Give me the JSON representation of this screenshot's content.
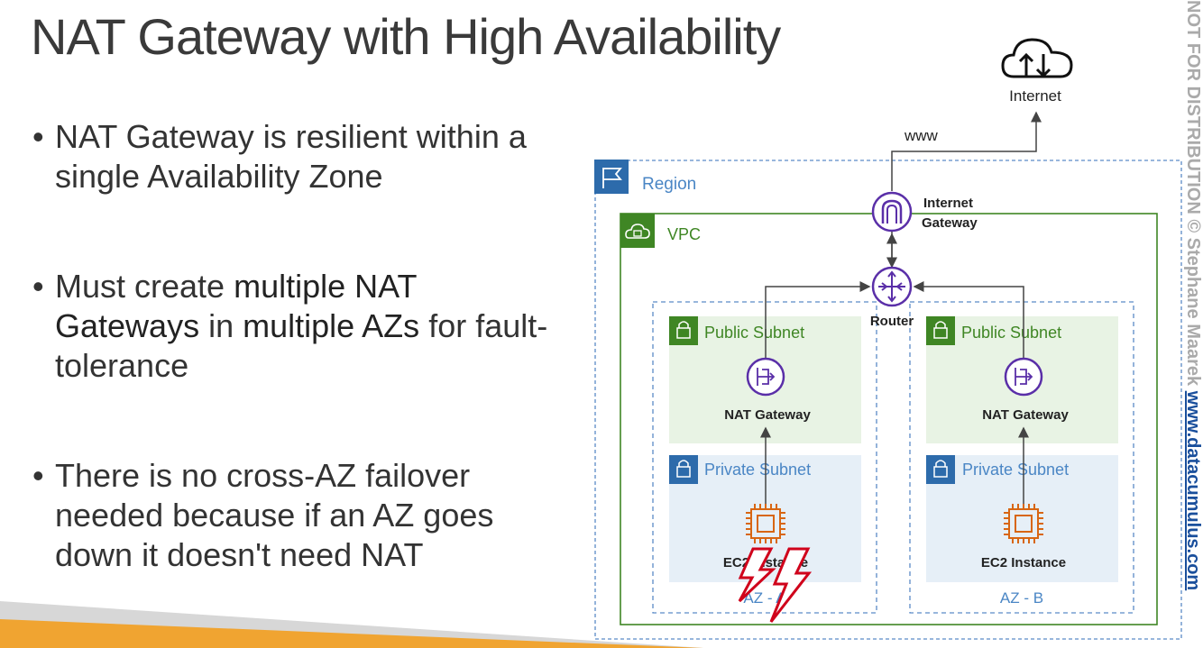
{
  "slide": {
    "title": "NAT Gateway with High Availability",
    "bullets": [
      {
        "parts": [
          "NAT Gateway is resilient within a single Availability Zone"
        ]
      },
      {
        "parts": [
          "Must create ",
          "multiple NAT Gateways",
          " in ",
          "multiple AZs",
          " for fault-tolerance"
        ]
      },
      {
        "parts": [
          "There is no cross-AZ failover needed because if an AZ goes down it doesn't need NAT"
        ]
      }
    ]
  },
  "diagram": {
    "internet": "Internet",
    "www": "www",
    "region": "Region",
    "vpc": "VPC",
    "igw_line1": "Internet",
    "igw_line2": "Gateway",
    "router": "Router",
    "az_a": {
      "public_subnet": "Public Subnet",
      "nat": "NAT Gateway",
      "private_subnet": "Private Subnet",
      "ec2": "EC2 Instance",
      "label": "AZ - A"
    },
    "az_b": {
      "public_subnet": "Public Subnet",
      "nat": "NAT Gateway",
      "private_subnet": "Private Subnet",
      "ec2": "EC2 Instance",
      "label": "AZ - B"
    }
  },
  "watermark": {
    "text": "NOT FOR DISTRIBUTION © Stephane Maarek ",
    "url": "www.datacumulus.com"
  },
  "colors": {
    "region": "#5a8ac6",
    "vpc_green": "#3f8624",
    "public_bg": "#e8f3e4",
    "private_bg": "#e6eff7",
    "private_text": "#4a86c5",
    "nat_purple": "#6b3fb5",
    "ec2_orange": "#d86613",
    "lightning": "#d0021b",
    "footer_orange": "#f0a431"
  }
}
